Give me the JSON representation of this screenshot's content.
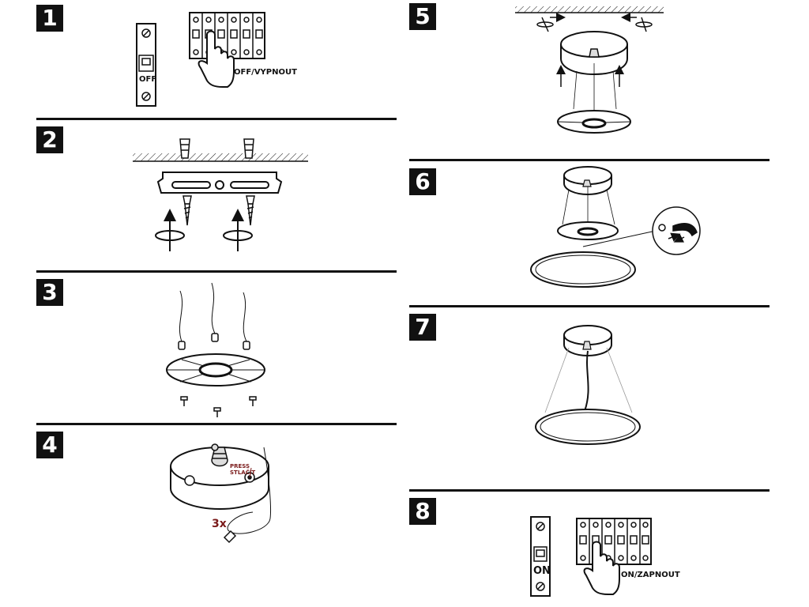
{
  "steps": [
    "1",
    "2",
    "3",
    "4",
    "5",
    "6",
    "7",
    "8"
  ],
  "step1": {
    "breaker_label": "OFF",
    "caption": "OFF/VYPNOUT"
  },
  "step4": {
    "press_label_1": "PRESS",
    "press_label_2": "STLAČIT",
    "count_label": "3x"
  },
  "step8": {
    "breaker_label": "ON",
    "caption": "ON/ZAPNOUT"
  },
  "colors": {
    "ink": "#111111",
    "accent": "#7a1a1a",
    "background": "#ffffff"
  }
}
